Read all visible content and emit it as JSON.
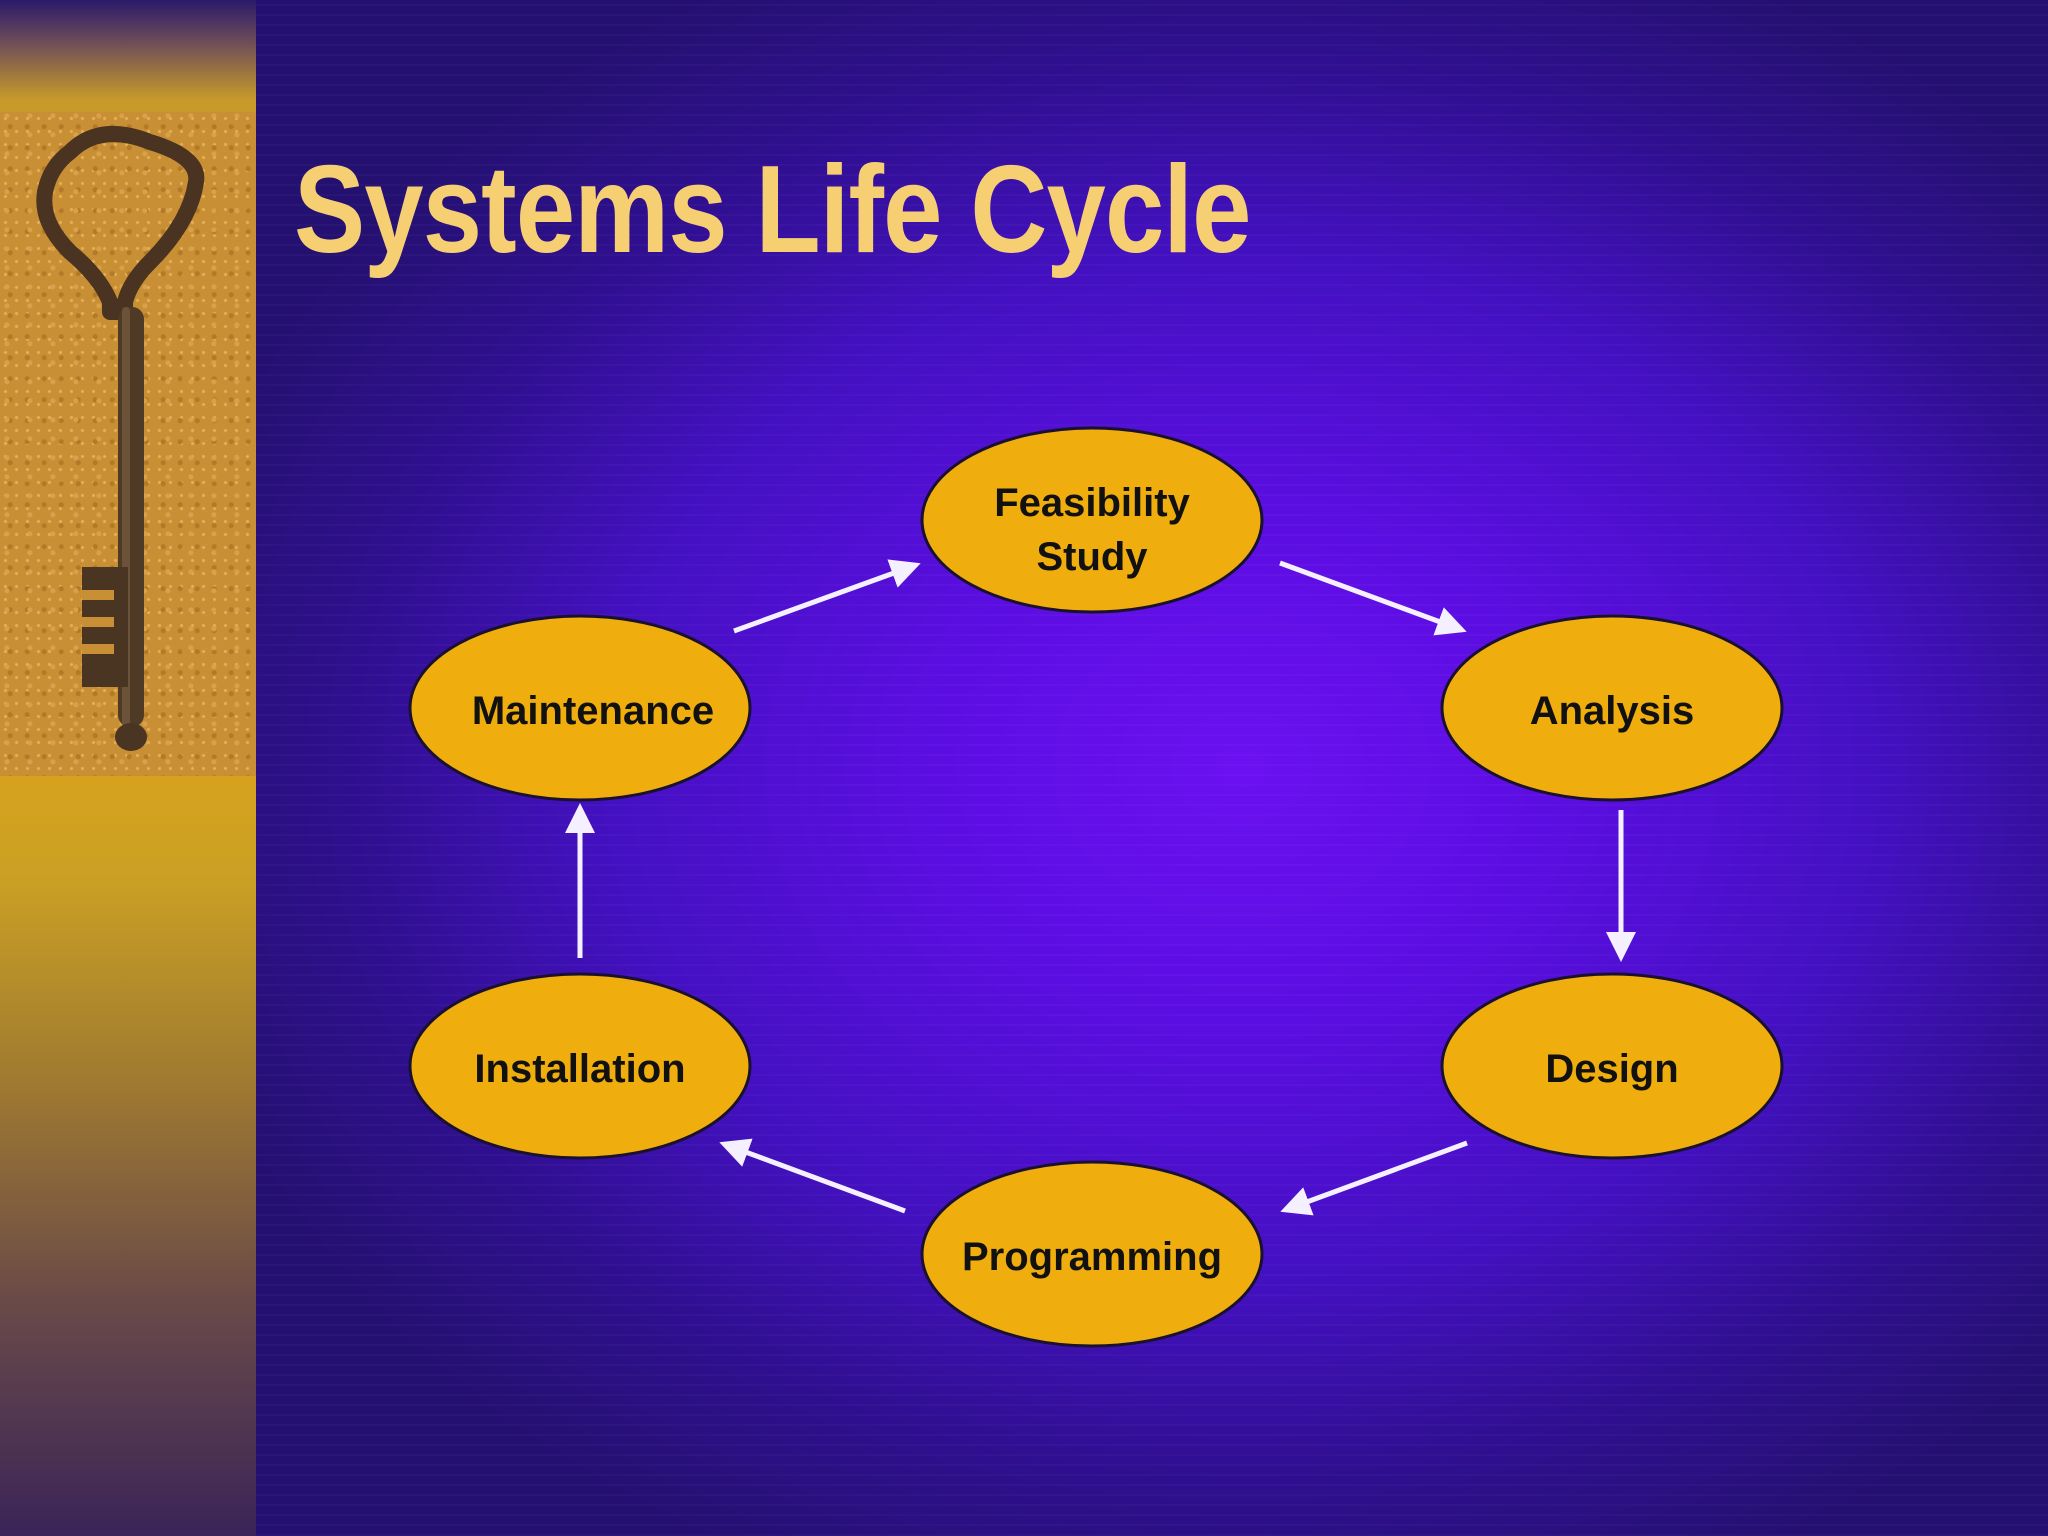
{
  "slide": {
    "title": "Systems Life Cycle"
  },
  "diagram": {
    "nodes": [
      {
        "id": "feasibility",
        "lines": [
          "Feasibility",
          "Study"
        ]
      },
      {
        "id": "analysis",
        "lines": [
          "Analysis"
        ]
      },
      {
        "id": "design",
        "lines": [
          "Design"
        ]
      },
      {
        "id": "programming",
        "lines": [
          "Programming"
        ]
      },
      {
        "id": "installation",
        "lines": [
          "Installation"
        ]
      },
      {
        "id": "maintenance",
        "lines": [
          "Maintenance"
        ]
      }
    ],
    "edges": [
      {
        "from": "feasibility",
        "to": "analysis"
      },
      {
        "from": "analysis",
        "to": "design"
      },
      {
        "from": "design",
        "to": "programming"
      },
      {
        "from": "programming",
        "to": "installation"
      },
      {
        "from": "installation",
        "to": "maintenance"
      },
      {
        "from": "maintenance",
        "to": "feasibility"
      }
    ]
  },
  "colors": {
    "node_fill": "#f0ad0e",
    "node_stroke": "#1a1030",
    "arrow": "#f4f0ff",
    "title": "#f7cf73"
  }
}
